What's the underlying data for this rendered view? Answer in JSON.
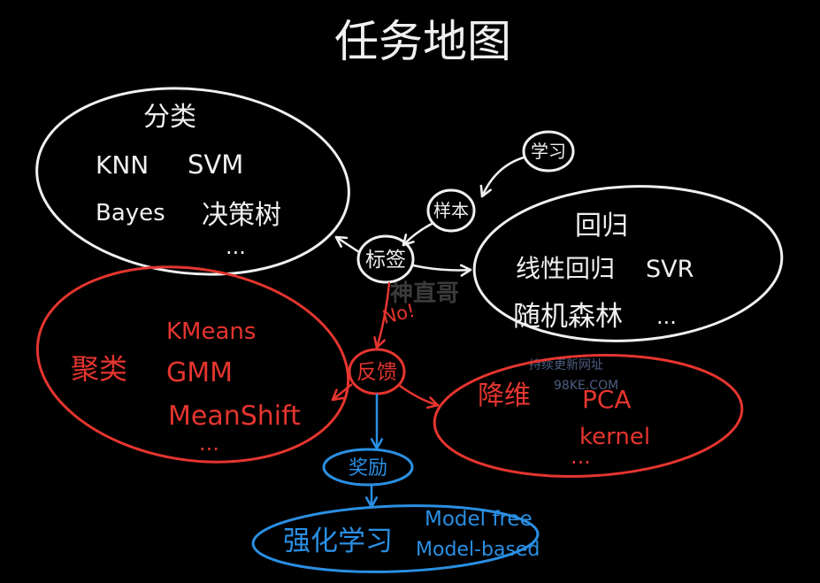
{
  "title": "任务地图",
  "colors": {
    "background": "#000000",
    "white": "#f0f0f0",
    "red": "#e5352f",
    "blue": "#2a8fe3"
  },
  "nodes": {
    "learning": {
      "label": "学习"
    },
    "samples": {
      "label": "样本"
    },
    "labels": {
      "label": "标签"
    },
    "feedback": {
      "label": "反馈"
    },
    "reward": {
      "label": "奖励"
    }
  },
  "groups": {
    "classification": {
      "title": "分类",
      "items": [
        "KNN",
        "SVM",
        "Bayes",
        "决策树",
        "..."
      ]
    },
    "regression": {
      "title": "回归",
      "items": [
        "线性回归",
        "SVR",
        "随机森林",
        "..."
      ]
    },
    "clustering": {
      "title": "聚类",
      "items": [
        "KMeans",
        "GMM",
        "MeanShift",
        "..."
      ]
    },
    "dim_reduction": {
      "title": "降维",
      "items": [
        "PCA",
        "kernel",
        "..."
      ]
    },
    "reinforcement": {
      "title": "强化学习",
      "items": [
        "Model free",
        "Model-based"
      ]
    }
  },
  "edge_labels": {
    "no_label": "No!"
  },
  "watermark": {
    "mark": "神直哥",
    "line1": "持续更新网址",
    "line2": "98KE.COM"
  }
}
